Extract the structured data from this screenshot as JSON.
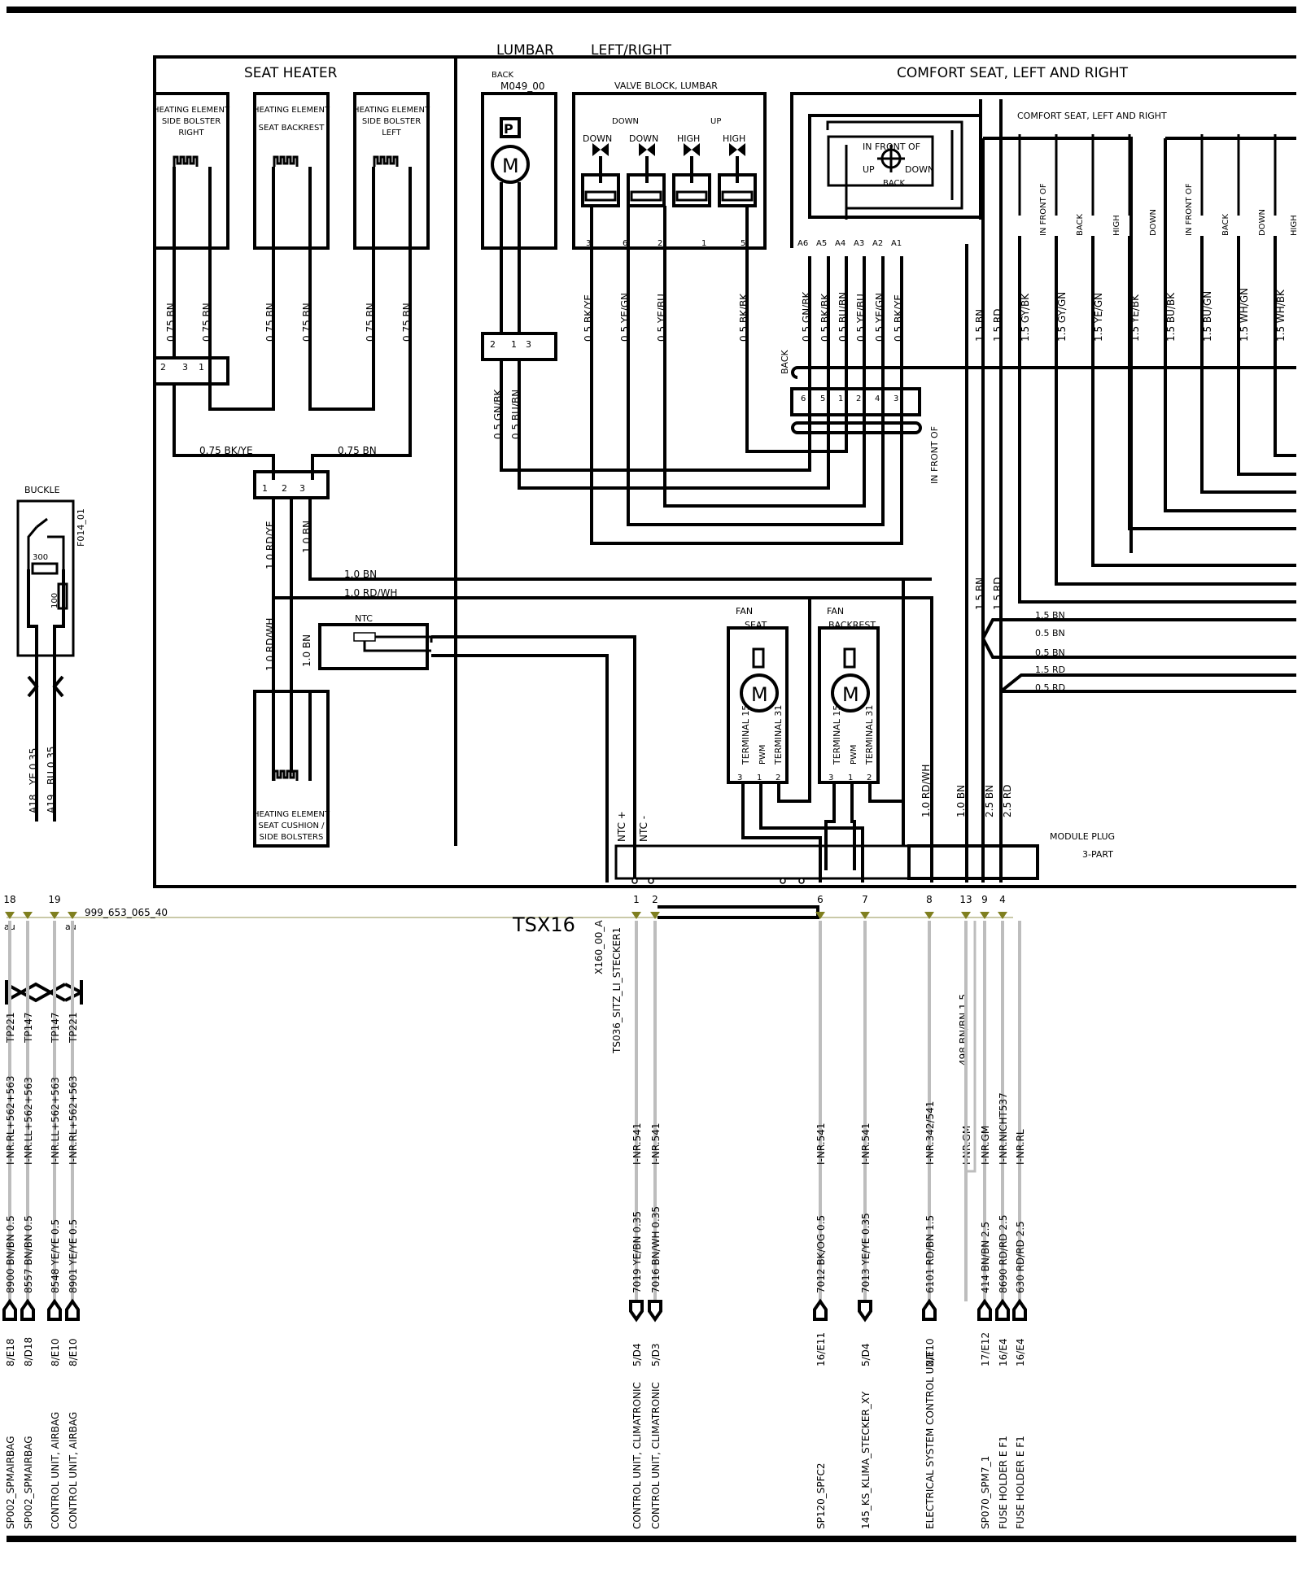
{
  "headings": {
    "seat_heater": "SEAT HEATER",
    "lumbar": "LUMBAR",
    "left_right": "LEFT/RIGHT",
    "comfort_seat": "COMFORT SEAT, LEFT AND RIGHT",
    "comfort_seat_inner": "COMFORT SEAT, LEFT AND RIGHT",
    "tsx16": "TSX16"
  },
  "heating": {
    "e1": [
      "HEATING ELEMENT",
      "SIDE BOLSTER",
      "RIGHT"
    ],
    "e2": [
      "HEATING ELEMENT",
      "SEAT BACKREST"
    ],
    "e3": [
      "HEATING ELEMENT",
      "SIDE BOLSTER",
      "LEFT"
    ],
    "cushion": [
      "HEATING ELEMENT",
      "SEAT  CUSHION /",
      "SIDE BOLSTERS"
    ],
    "wire_075bn": "0.75 BN",
    "wire_075bkye": "0.75 BK/YE",
    "wire_10rdye": "1.0 RD/YE",
    "wire_10bn": "1.0 BN",
    "wire_10rdwh": "1.0 RD/WH",
    "ntc": "NTC",
    "ntc_plus": "NTC +",
    "ntc_minus": "NTC -"
  },
  "lumbar": {
    "back": "BACK",
    "motor": "M049_00",
    "wire_gnbk": "0.5 GN/BK",
    "wire_bubn": "0.5 BU/BN",
    "valve_block": "VALVE   BLOCK,  LUMBAR",
    "down": "DOWN",
    "up": "UP",
    "high": "HIGH",
    "valve_wires": [
      "0.5 BK/YE",
      "0.5 YE/GN",
      "0.5 YE/BU",
      "0.5 BK/BK"
    ]
  },
  "comfort": {
    "in_front_of": "IN FRONT OF",
    "up": "UP",
    "down": "DOWN",
    "back": "BACK",
    "high": "HIGH",
    "wires_a": [
      "0.5 GN/BK",
      "0.5 BK/BK",
      "0.5 BU/BN",
      "0.5 YE/BU",
      "0.5 YE/GN",
      "0.5 BK/YE"
    ],
    "wires_b": [
      "1.5 BN",
      "1.5 RD",
      "1.5 GY/BK",
      "1.5 GY/GN",
      "1.5 YE/GN",
      "1.5 YE/BK",
      "1.5 BU/BK",
      "1.5 BU/GN",
      "1.5 WH/GN",
      "1.5 WH/BK",
      "1.5 RD"
    ],
    "bus_labels": [
      "1.5 BN",
      "0.5 BN",
      "0.5 BN",
      "1.5 RD",
      "0.5 RD"
    ],
    "back_side": "BACK",
    "in_front_side": "IN FRONT OF",
    "wire_15bn": "1.5 BN",
    "wire_15rd": "1.5 RD"
  },
  "fans": {
    "fan": "FAN",
    "seat": "SEAT",
    "backrest": "BACKREST",
    "terminal15": "TERMINAL 15",
    "terminal31": "TERMINAL 31",
    "pwm": "PWM"
  },
  "mains": {
    "wire_10bn": "1.0 BN",
    "wire_10rdwh": "1.0 RD/WH",
    "wire_25bn": "2.5 BN",
    "wire_25rd": "2.5 RD",
    "wire_10rdwh_v": "1.0 RD/WH",
    "wire_10bn_v": "1.0 BN",
    "module_plug": "MODULE    PLUG",
    "three_part": "3-PART"
  },
  "buckle": {
    "title": "BUCKLE",
    "id": "F014_01",
    "r300": "300",
    "r100": "100",
    "wire_ye": "YE 0.35",
    "wire_bu": "BU 0.35",
    "a18": "A18",
    "a19": "A19"
  },
  "harness": {
    "ref": "999_653_065_40",
    "au": "au",
    "x160": "X160_00_A",
    "ts036": "TS036_SITZ_LI_STECKER1",
    "extra_wire": "498 BN/BN 1.5"
  },
  "pins": [
    {
      "num": "18",
      "tp": "TP221",
      "inr": "I-NR.RL+562+563",
      "wire": "8900 BN/BN 0.5",
      "loc": "8/E18",
      "dest": "SP002_SPMAIRBAG"
    },
    {
      "num": "",
      "tp": "TP147",
      "inr": "I-NR.LL+562+563",
      "wire": "8557 BN/BN 0.5",
      "loc": "8/D18",
      "dest": "SP002_SPMAIRBAG"
    },
    {
      "num": "19",
      "tp": "TP147",
      "inr": "I-NR.LL+562+563",
      "wire": "8548 YE/YE 0.5",
      "loc": "8/E10",
      "dest": "CONTROL UNIT, AIRBAG"
    },
    {
      "num": "",
      "tp": "TP221",
      "inr": "I-NR.RL+562+563",
      "wire": "8901 YE/YE 0.5",
      "loc": "8/E10",
      "dest": "CONTROL UNIT, AIRBAG"
    },
    {
      "num": "1",
      "tp": "",
      "inr": "I-NR.541",
      "wire": "7019 YE/BN 0.35",
      "loc": "5/D4",
      "dest": "CONTROL UNIT, CLIMATRONIC"
    },
    {
      "num": "2",
      "tp": "",
      "inr": "I-NR.541",
      "wire": "7016 BN/WH 0.35",
      "loc": "5/D3",
      "dest": "CONTROL UNIT, CLIMATRONIC"
    },
    {
      "num": "6",
      "tp": "",
      "inr": "I-NR.541",
      "wire": "7012 BK/OG 0.5",
      "loc": "16/E11",
      "dest": "SP120_SPFC2"
    },
    {
      "num": "7",
      "tp": "",
      "inr": "I-NR.541",
      "wire": "7013 YE/YE 0.35",
      "loc": "5/D4",
      "dest": "145_KS_KLIMA_STECKER_XY"
    },
    {
      "num": "8",
      "tp": "",
      "inr": "I-NR.342/541",
      "wire": "6101 RD/BN 1.5",
      "loc": "2/E10",
      "dest": "ELECTRICAL SYSTEM CONTROL UNIT"
    },
    {
      "num": "13",
      "tp": "",
      "inr": "I-NR.GM",
      "wire": "",
      "loc": "",
      "dest": ""
    },
    {
      "num": "9",
      "tp": "",
      "inr": "I-NR.GM",
      "wire": "414 BN/BN 2.5",
      "loc": "17/E12",
      "dest": "SP070_SPM7_1"
    },
    {
      "num": "4",
      "tp": "",
      "inr": "I-NR.NICHT537",
      "wire": "8690 RD/RD 2.5",
      "loc": "16/E4",
      "dest": "FUSE HOLDER E    F1"
    },
    {
      "num": "",
      "tp": "",
      "inr": "I-NR.RL",
      "wire": "630 RD/RD 2.5",
      "loc": "16/E4",
      "dest": "FUSE HOLDER E    F1"
    }
  ]
}
